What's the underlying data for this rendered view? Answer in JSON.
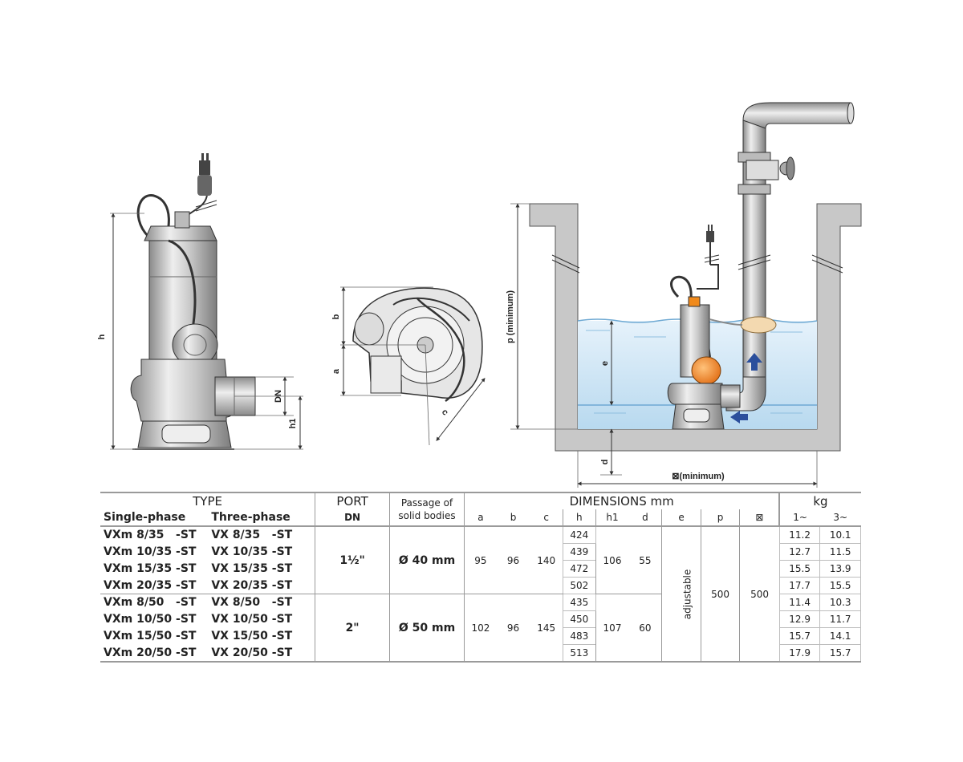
{
  "drawing_labels": {
    "h": "h",
    "dn": "DN",
    "h1": "h1",
    "a": "a",
    "b": "b",
    "c": "c",
    "p": "p (minimum)",
    "e": "e",
    "d": "d",
    "diag": "⊠(minimum)"
  },
  "colors": {
    "line": "#9a9a9a",
    "pump_body": "#d8d8d8",
    "water": "#cfe6f5",
    "pit_wall": "#c8c8c8",
    "float": "#f08a1c",
    "arrow": "#2b4f9c"
  },
  "table": {
    "type_header": "TYPE",
    "single_header": "Single-phase",
    "three_header": "Three-phase",
    "port_header": "PORT",
    "port_sub": "DN",
    "passage_header": "Passage of solid bodies",
    "dimensions_header": "DIMENSIONS mm",
    "kg_header": "kg",
    "dim_cols": [
      "a",
      "b",
      "c",
      "h",
      "h1",
      "d",
      "e",
      "p",
      "⊠"
    ],
    "kg_cols": [
      "1~",
      "3~"
    ],
    "group1": {
      "port": "1½\"",
      "passage": "Ø 40 mm",
      "a": "95",
      "b": "96",
      "c": "140",
      "h1": "106",
      "d": "55",
      "rows": [
        {
          "single": "VXm 8/35   -ST",
          "three": "VX 8/35   -ST",
          "h": "424",
          "kg1": "11.2",
          "kg3": "10.1"
        },
        {
          "single": "VXm 10/35 -ST",
          "three": "VX 10/35 -ST",
          "h": "439",
          "kg1": "12.7",
          "kg3": "11.5"
        },
        {
          "single": "VXm 15/35 -ST",
          "three": "VX 15/35 -ST",
          "h": "472",
          "kg1": "15.5",
          "kg3": "13.9"
        },
        {
          "single": "VXm 20/35 -ST",
          "three": "VX 20/35 -ST",
          "h": "502",
          "kg1": "17.7",
          "kg3": "15.5"
        }
      ]
    },
    "group2": {
      "port": "2\"",
      "passage": "Ø 50 mm",
      "a": "102",
      "b": "96",
      "c": "145",
      "h1": "107",
      "d": "60",
      "rows": [
        {
          "single": "VXm 8/50   -ST",
          "three": "VX 8/50   -ST",
          "h": "435",
          "kg1": "11.4",
          "kg3": "10.3"
        },
        {
          "single": "VXm 10/50 -ST",
          "three": "VX 10/50 -ST",
          "h": "450",
          "kg1": "12.9",
          "kg3": "11.7"
        },
        {
          "single": "VXm 15/50 -ST",
          "three": "VX 15/50 -ST",
          "h": "483",
          "kg1": "15.7",
          "kg3": "14.1"
        },
        {
          "single": "VXm 20/50 -ST",
          "three": "VX 20/50 -ST",
          "h": "513",
          "kg1": "17.9",
          "kg3": "15.7"
        }
      ]
    },
    "e_value": "adjustable",
    "p_value": "500",
    "diag_value": "500"
  }
}
